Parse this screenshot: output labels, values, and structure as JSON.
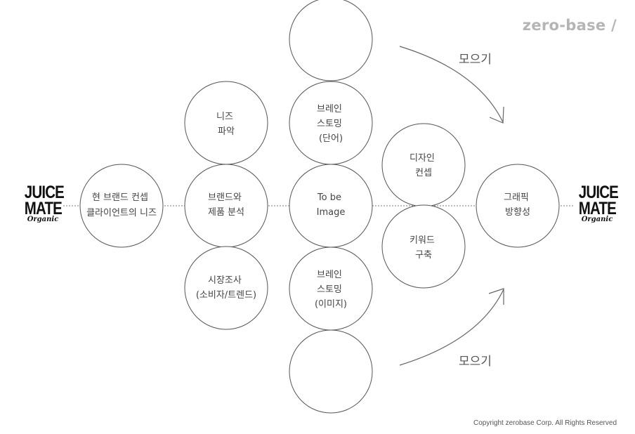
{
  "brand_mark": "zero-base /",
  "copyright": "Copyright zerobase Corp. All Rights Reserved",
  "logo": {
    "line1": "JUICE",
    "line2": "MATE",
    "tagline": "Organic"
  },
  "nodes": {
    "client_needs": [
      "현 브랜드 컨셉",
      "클라이언트의 니즈"
    ],
    "needs_analysis": [
      "니즈",
      "파악"
    ],
    "brand_product_analysis": [
      "브랜드와",
      "제품 분석"
    ],
    "market_research": [
      "시장조사",
      "(소비자/트렌드)"
    ],
    "brainstorm_top_empty": [],
    "brainstorm_words": [
      "브레인",
      "스토밍",
      "(단어)"
    ],
    "to_be_image": [
      "To be",
      "Image"
    ],
    "brainstorm_images": [
      "브레인",
      "스토밍",
      "(이미지)"
    ],
    "brainstorm_bottom_empty": [],
    "design_concept": [
      "디자인",
      "컨셉"
    ],
    "keyword_build": [
      "키워드",
      "구축"
    ],
    "graphic_direction": [
      "그래픽",
      "방향성"
    ]
  },
  "arrows": {
    "top_label": "모으기",
    "bottom_label": "모으기"
  }
}
